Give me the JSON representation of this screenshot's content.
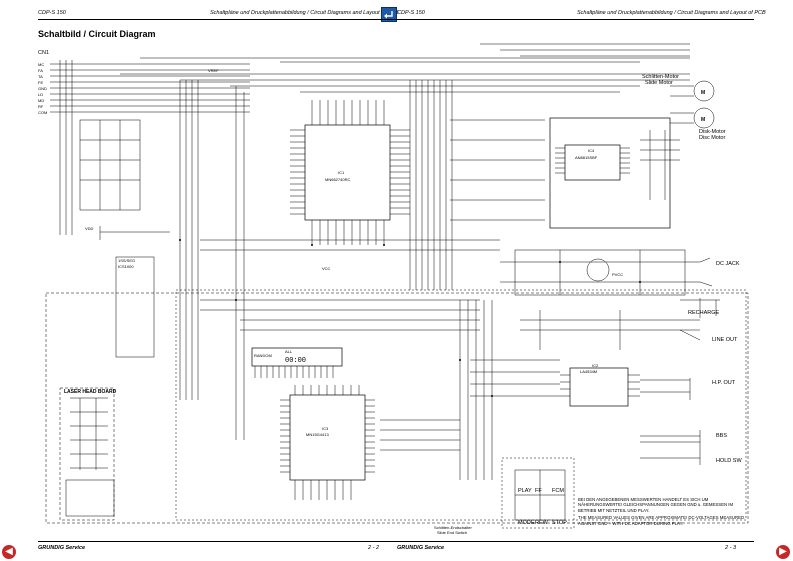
{
  "header": {
    "left": "CDP-S 150",
    "center_left": "Schaltpläne und Druckplattenabbildung / Circuit Diagrams and Layout of PCB",
    "center_right": "CDP-S 150",
    "right": "Schaltpläne und Druckplattenabbildung / Circuit Diagrams and Layout of PCB"
  },
  "title": "Schaltbild / Circuit Diagram",
  "footer": {
    "left": "GRUNDIG Service",
    "center_page": "2 - 2",
    "center_brand": "GRUNDIG Service",
    "right_page": "2 - 3"
  },
  "diagram": {
    "connector_label": "CN1",
    "pins": [
      "MC",
      "FA",
      "TA",
      "FE",
      "GND",
      "LD",
      "MD",
      "RF",
      "COM"
    ],
    "vref": "VREF",
    "vdd": "VDD",
    "vcc": "VCC",
    "ic1_ref": "IC1",
    "ic1_part": "MN662740RC",
    "ic4_ref": "IC4",
    "ic4_part": "AN8815SBF",
    "ic2_ref": "IC2",
    "ic2_part": "LA4534M",
    "ic3_ref": "IC3",
    "ic3_part": "MN15G4413",
    "sled_motor": [
      "Schlitten-Motor",
      "Slide Motor"
    ],
    "disc_motor": [
      "Disk-Motor",
      "Disc Motor"
    ],
    "laser_head": "LASER HEAD BOARD",
    "dc_jack": "DC JACK",
    "recharge": "RECHARGE",
    "line_out": "LINE OUT",
    "hp_out": "H.P. OUT",
    "bbs": "BBS",
    "hold_sw": "HOLD SW",
    "pvcc": "PVCC",
    "display": "00:00",
    "display_all": "ALL",
    "display_mode": "RANDOM",
    "buttons_top": [
      "PLAY",
      "FF",
      "FCM"
    ],
    "buttons_bottom": [
      "MODE",
      "REW",
      "STOP"
    ],
    "sled_switch": [
      "Schlitten-Endschalter",
      "Slide End Switch"
    ],
    "note_de": "BEI DEN ANGEGEBENEN MESSWERTEN HANDELT ES SICH UM NÄHERUNGSWERTE! GLEICHSPANNUNGEN GEGEN GND u. GEMESSEN IM BETRIEB MIT NETZTEIL UND PLAY.",
    "note_en": "THE MEASURED VALUES GIVEN ARE APPROXIMATE! DC-VOLTAGES MEASURED AGAINST GND + WITH DC ADAPTOR DURING PLAY.",
    "table_title": "1SS/SEG",
    "table_subtitle": "ICS1000"
  },
  "colors": {
    "nav_arrow": "#c62828",
    "back_button": "#1e5aa8",
    "ink": "#000000"
  }
}
